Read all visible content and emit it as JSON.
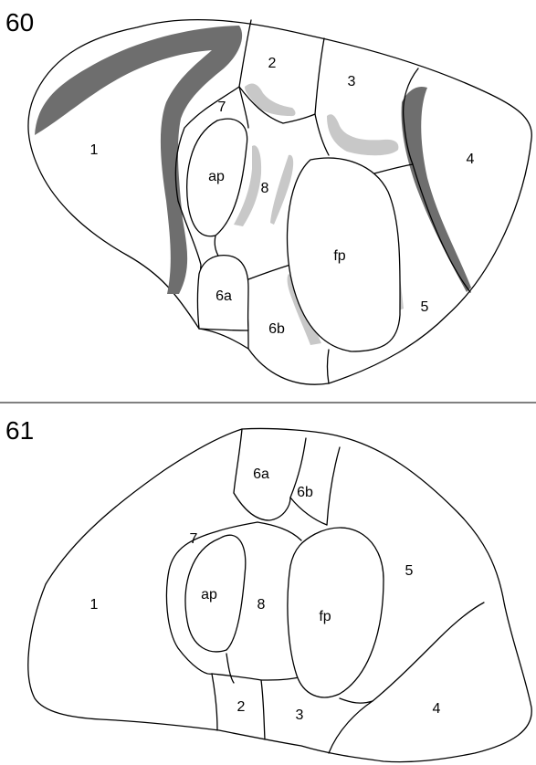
{
  "figures": [
    {
      "number": "60",
      "labels": {
        "s1": "1",
        "s2": "2",
        "s3": "3",
        "s4": "4",
        "s5": "5",
        "s6a": "6a",
        "s6b": "6b",
        "s7": "7",
        "s8": "8",
        "ap": "ap",
        "fp": "fp"
      }
    },
    {
      "number": "61",
      "labels": {
        "s1": "1",
        "s2": "2",
        "s3": "3",
        "s4": "4",
        "s5": "5",
        "s6a": "6a",
        "s6b": "6b",
        "s7": "7",
        "s8": "8",
        "ap": "ap",
        "fp": "fp"
      }
    }
  ],
  "colors": {
    "dark_band": "#6e6e6e",
    "light_band": "#c8c8c8",
    "outline": "#000000"
  }
}
